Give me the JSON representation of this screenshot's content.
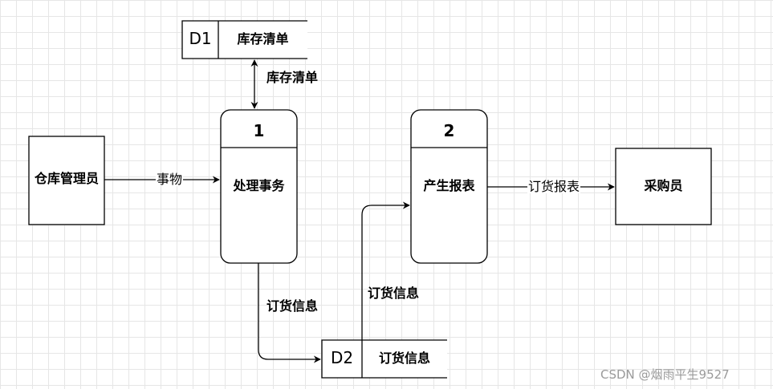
{
  "entities": {
    "warehouse_manager": "仓库管理员",
    "purchaser": "采购员"
  },
  "processes": [
    {
      "number": "1",
      "name": "处理事务"
    },
    {
      "number": "2",
      "name": "产生报表"
    }
  ],
  "data_stores": [
    {
      "id": "D1",
      "name": "库存清单"
    },
    {
      "id": "D2",
      "name": "订货信息"
    }
  ],
  "flows": {
    "inventory_list": "库存清单",
    "transaction": "事物",
    "order_info_to_store": "订货信息",
    "order_info_from_store": "订货信息",
    "order_report": "订货报表"
  },
  "watermark": "CSDN @烟雨平生9527"
}
